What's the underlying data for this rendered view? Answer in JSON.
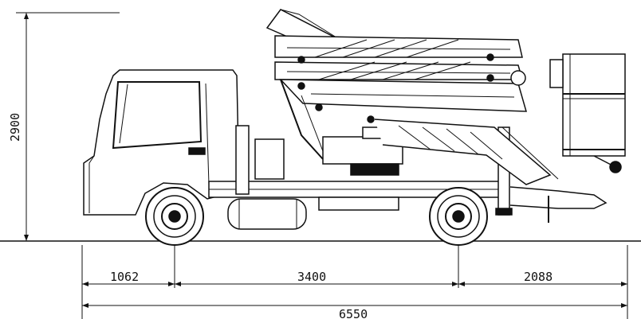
{
  "dimensions": {
    "height": "2900",
    "front_overhang": "1062",
    "wheelbase": "3400",
    "rear_overhang": "2088",
    "overall_length": "6550"
  }
}
